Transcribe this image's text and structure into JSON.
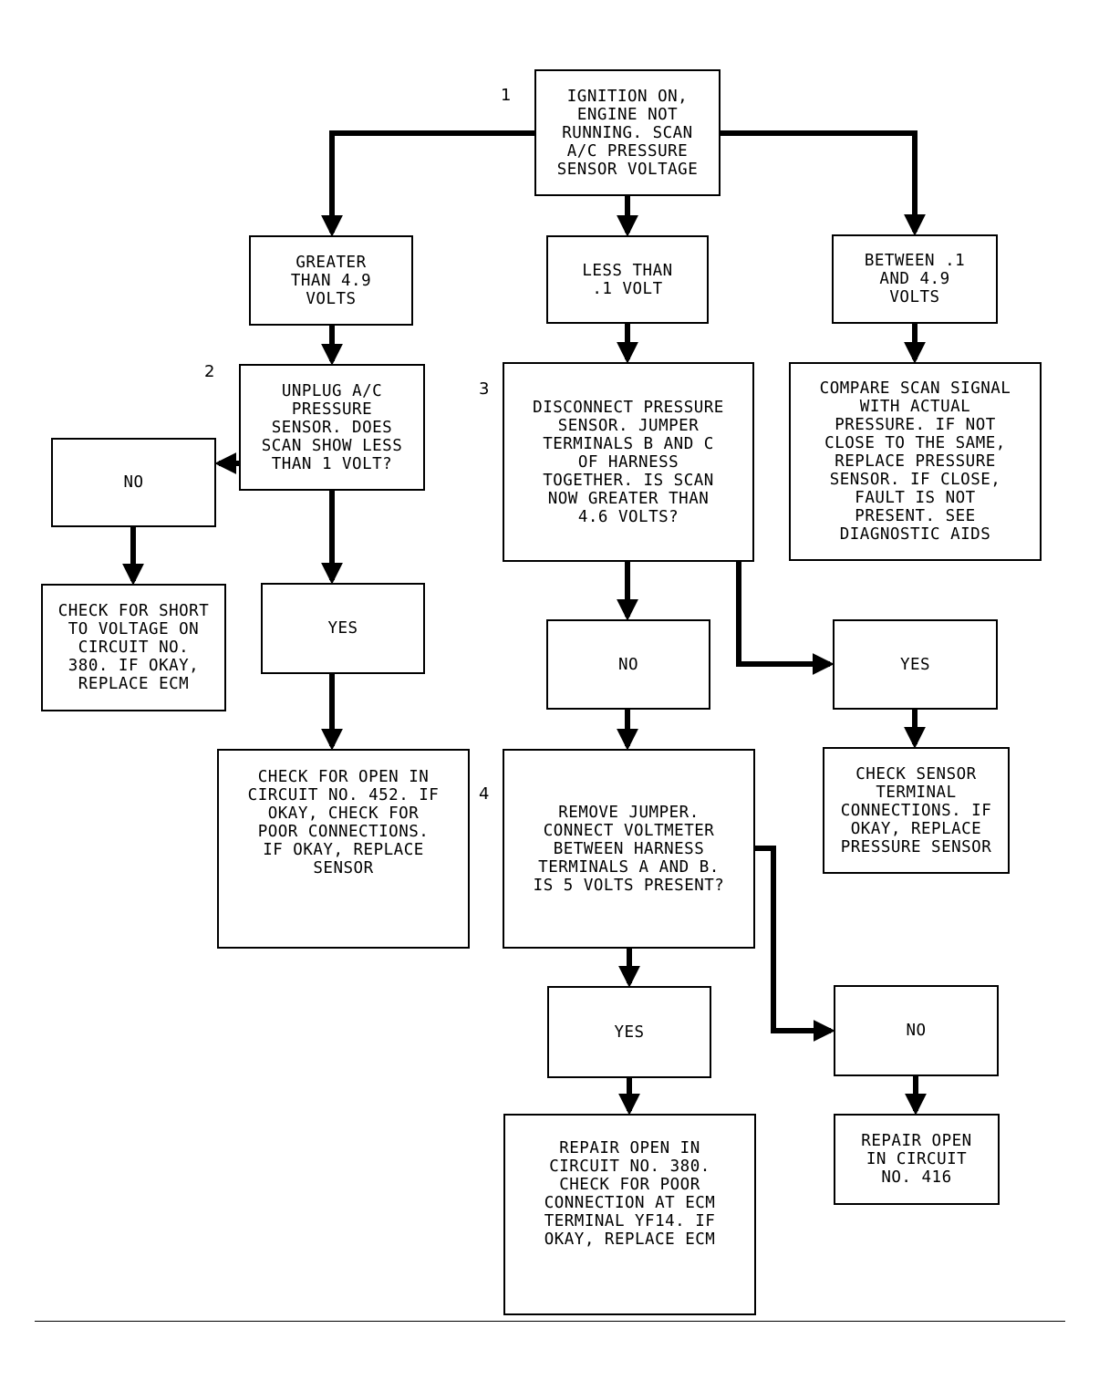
{
  "steps": {
    "s1": "1",
    "s2": "2",
    "s3": "3",
    "s4": "4"
  },
  "boxes": {
    "start": "IGNITION ON,\nENGINE NOT\nRUNNING. SCAN\nA/C PRESSURE\nSENSOR VOLTAGE",
    "gt49": "GREATER\nTHAN 4.9\nVOLTS",
    "lt01": "LESS THAN\n.1 VOLT",
    "between": "BETWEEN .1\nAND 4.9\nVOLTS",
    "unplug": "UNPLUG A/C\nPRESSURE\nSENSOR. DOES\nSCAN SHOW LESS\nTHAN 1 VOLT?",
    "disconnect": "DISCONNECT PRESSURE\nSENSOR. JUMPER\nTERMINALS B AND C\nOF HARNESS\nTOGETHER. IS SCAN\nNOW GREATER THAN\n4.6 VOLTS?",
    "compare": "COMPARE SCAN SIGNAL\nWITH ACTUAL\nPRESSURE. IF NOT\nCLOSE TO THE SAME,\nREPLACE PRESSURE\nSENSOR. IF CLOSE,\nFAULT IS NOT\nPRESENT. SEE\nDIAGNOSTIC AIDS",
    "no_unplug": "NO",
    "check_short": "CHECK FOR SHORT\nTO VOLTAGE ON\nCIRCUIT NO.\n380. IF OKAY,\nREPLACE ECM",
    "yes_unplug": "YES",
    "check_open452": "CHECK FOR OPEN IN\nCIRCUIT NO. 452. IF\nOKAY, CHECK FOR\nPOOR CONNECTIONS.\nIF OKAY, REPLACE\nSENSOR",
    "no_disconnect": "NO",
    "yes_disconnect": "YES",
    "check_terminal": "CHECK SENSOR\nTERMINAL\nCONNECTIONS. IF\nOKAY, REPLACE\nPRESSURE SENSOR",
    "remove_jumper": "REMOVE JUMPER.\nCONNECT VOLTMETER\nBETWEEN HARNESS\nTERMINALS A AND B.\nIS 5 VOLTS PRESENT?",
    "yes_remove": "YES",
    "no_remove": "NO",
    "repair380": "REPAIR OPEN IN\nCIRCUIT NO. 380.\nCHECK FOR POOR\nCONNECTION AT ECM\nTERMINAL YF14. IF\nOKAY, REPLACE ECM",
    "repair416": "REPAIR OPEN\nIN CIRCUIT\nNO. 416"
  }
}
